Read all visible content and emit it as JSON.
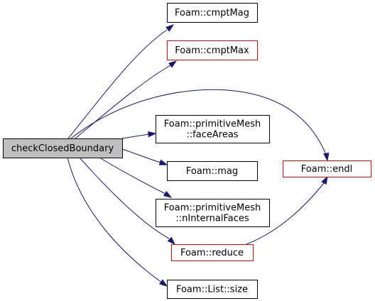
{
  "graph": {
    "colors": {
      "edge": "#191970",
      "root_fill": "#bfbfbf",
      "normal_border": "#000000",
      "truncated_border": "#ff0000",
      "node_fill": "#ffffff"
    },
    "root": {
      "id": "root",
      "lines": [
        "checkClosedBoundary"
      ]
    },
    "nodes": [
      {
        "id": "cmptMag",
        "lines": [
          "Foam::cmptMag"
        ],
        "truncated": false
      },
      {
        "id": "cmptMax",
        "lines": [
          "Foam::cmptMax"
        ],
        "truncated": true
      },
      {
        "id": "faceAreas",
        "lines": [
          "Foam::primitiveMesh",
          "::faceAreas"
        ],
        "truncated": false
      },
      {
        "id": "mag",
        "lines": [
          "Foam::mag"
        ],
        "truncated": false
      },
      {
        "id": "nInternalFaces",
        "lines": [
          "Foam::primitiveMesh",
          "::nInternalFaces"
        ],
        "truncated": false
      },
      {
        "id": "reduce",
        "lines": [
          "Foam::reduce"
        ],
        "truncated": true
      },
      {
        "id": "size",
        "lines": [
          "Foam::List::size"
        ],
        "truncated": false
      },
      {
        "id": "endl",
        "lines": [
          "Foam::endl"
        ],
        "truncated": true
      }
    ],
    "edges": [
      {
        "from": "root",
        "to": "cmptMag"
      },
      {
        "from": "root",
        "to": "cmptMax"
      },
      {
        "from": "root",
        "to": "endl"
      },
      {
        "from": "root",
        "to": "faceAreas"
      },
      {
        "from": "root",
        "to": "mag"
      },
      {
        "from": "root",
        "to": "nInternalFaces"
      },
      {
        "from": "root",
        "to": "reduce"
      },
      {
        "from": "root",
        "to": "size"
      },
      {
        "from": "reduce",
        "to": "endl"
      }
    ]
  }
}
